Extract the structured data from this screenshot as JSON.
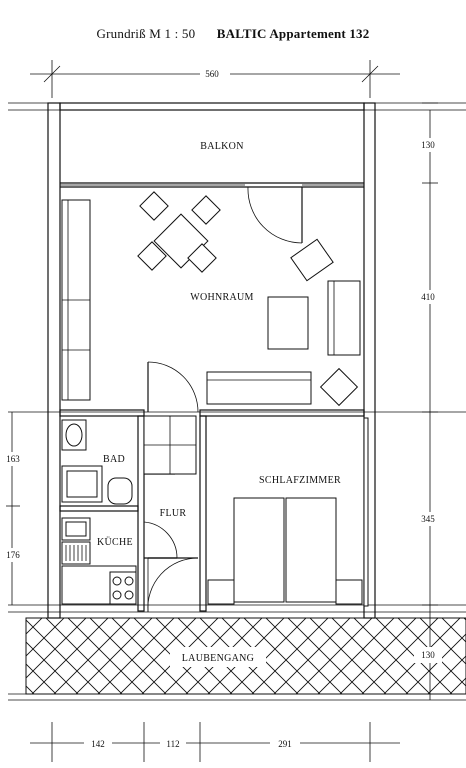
{
  "header": {
    "scale": "Grundriß M 1 : 50",
    "apartment": "BALTIC Appartement 132"
  },
  "rooms": {
    "balkon": "BALKON",
    "wohnraum": "WOHNRAUM",
    "bad": "BAD",
    "flur": "FLUR",
    "kueche": "KÜCHE",
    "schlafzimmer": "SCHLAFZIMMER",
    "laubengang": "LAUBENGANG"
  },
  "dimensions": {
    "total_width": "560",
    "balkon_depth": "130",
    "wohnraum_depth": "410",
    "bad_depth": "163",
    "kueche_depth": "176",
    "schlafzimmer_depth": "345",
    "laubengang_depth": "130",
    "bottom": [
      "142",
      "112",
      "291"
    ]
  },
  "colors": {
    "ink": "#111111",
    "paper": "#ffffff"
  }
}
